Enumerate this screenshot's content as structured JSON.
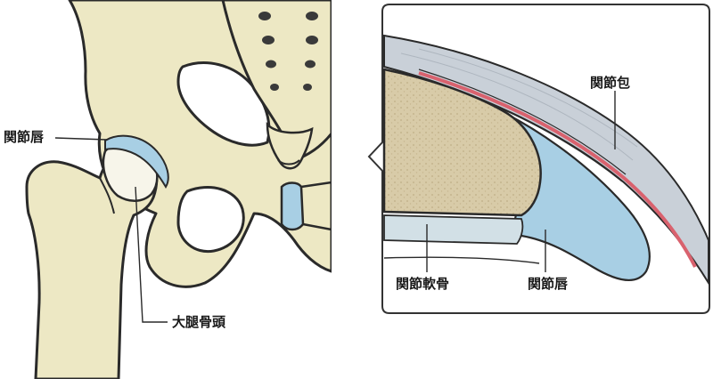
{
  "labels": {
    "left_labrum": "関節唇",
    "femoral_head": "大腿骨頭",
    "capsule": "関節包",
    "cartilage": "関節軟骨",
    "right_labrum": "関節唇"
  },
  "colors": {
    "bone": "#ede8c4",
    "bone_outline": "#2a2a2a",
    "labrum": "#a8cfe4",
    "cartilage": "#d2e0e6",
    "capsule": "#c9d0d8",
    "synovium": "#d9626e",
    "bone_texture": "#d8cba8",
    "panel_border": "#333333"
  }
}
